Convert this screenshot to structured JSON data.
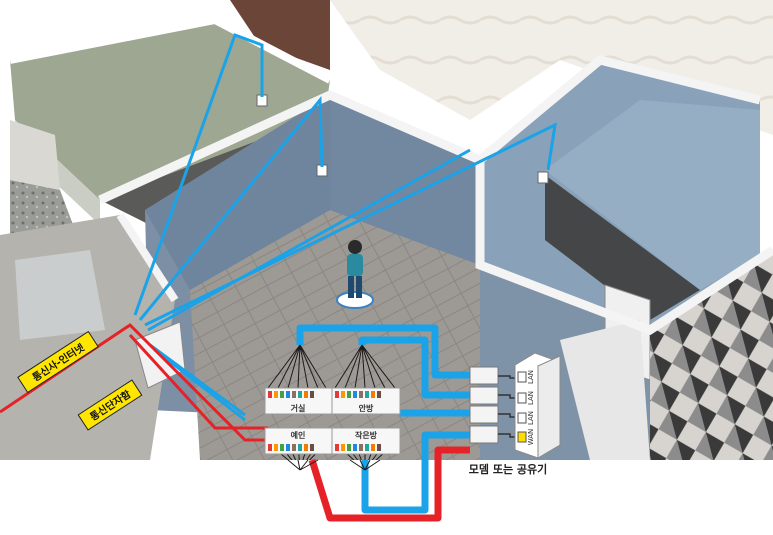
{
  "labels": {
    "isp_line": "통신사-인터넷",
    "distribution_box": "통신단자함",
    "modem_caption": "모뎀 또는 공유기"
  },
  "patch_panel": {
    "ports": [
      "거실",
      "안방",
      "예인",
      "작은방"
    ]
  },
  "router_ports": [
    "LAN",
    "LAN",
    "LAN",
    "WAN"
  ],
  "colors": {
    "internet_line": "#e52228",
    "lan_cable": "#1aa3e8",
    "label_bg": "#ffe600",
    "wan_port": "#ffdd00"
  }
}
